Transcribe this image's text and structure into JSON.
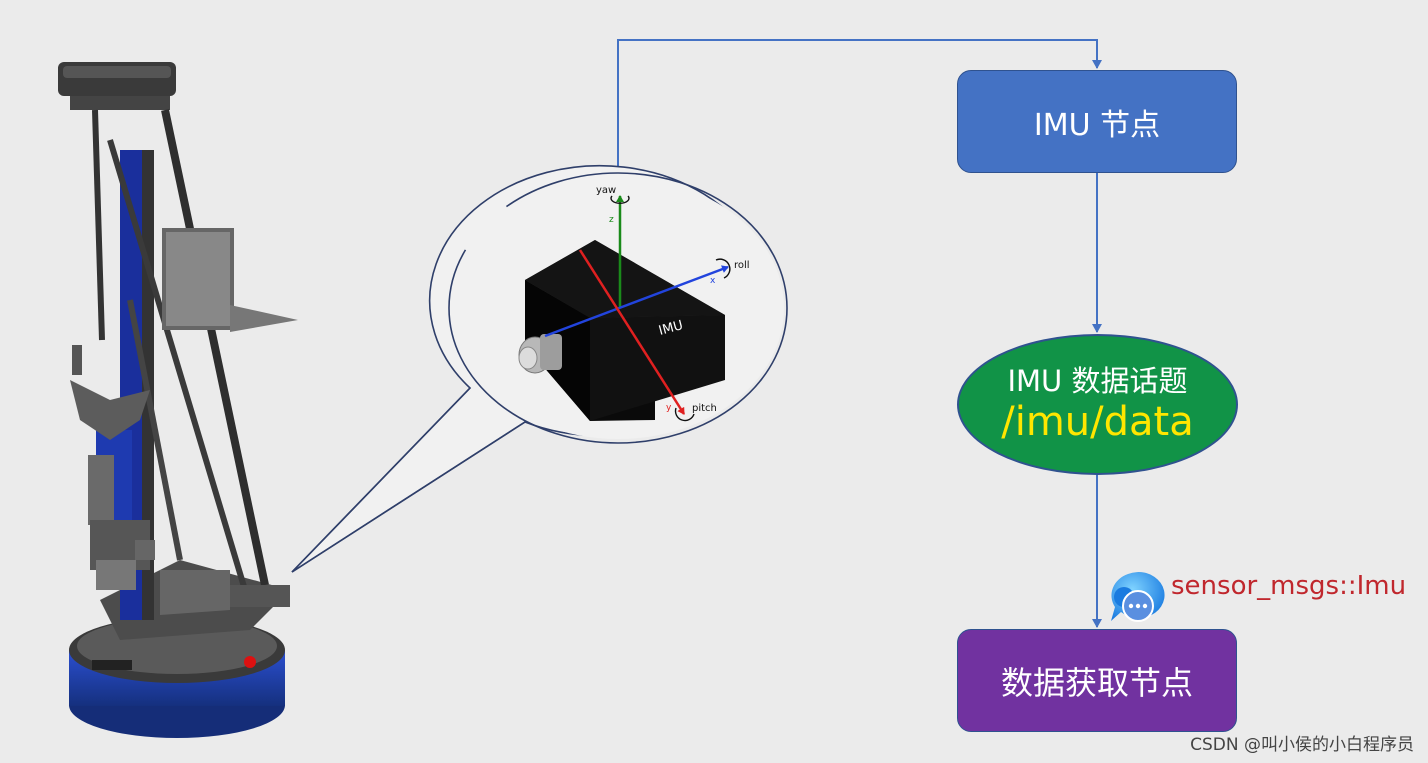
{
  "nodes": {
    "imu_node": "IMU 节点",
    "topic_title": "IMU 数据话题",
    "topic_name": "/imu/data",
    "acquire_node": "数据获取节点"
  },
  "message_type": "sensor_msgs::Imu",
  "imu_detail": {
    "box_label": "IMU",
    "axes": {
      "z": "z",
      "x": "x",
      "y": "y"
    },
    "rotations": {
      "yaw": "yaw",
      "roll": "roll",
      "pitch": "pitch"
    }
  },
  "watermark": "CSDN @叫小侯的小白程序员",
  "colors": {
    "imu_node": "#4472c4",
    "topic_node": "#119347",
    "topic_name_text": "#ffe600",
    "acquire_node": "#7132a0",
    "connector": "#4472c4",
    "message_type_text": "#c0272d",
    "robot_base": "#1f3fa8"
  },
  "icons": [
    "robot-illustration",
    "message-bubble-icon"
  ]
}
